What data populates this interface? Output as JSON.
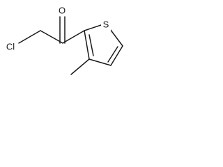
{
  "molecule": {
    "atoms": {
      "oxygen": "O",
      "chlorine": "Cl",
      "sulfur": "S"
    }
  }
}
